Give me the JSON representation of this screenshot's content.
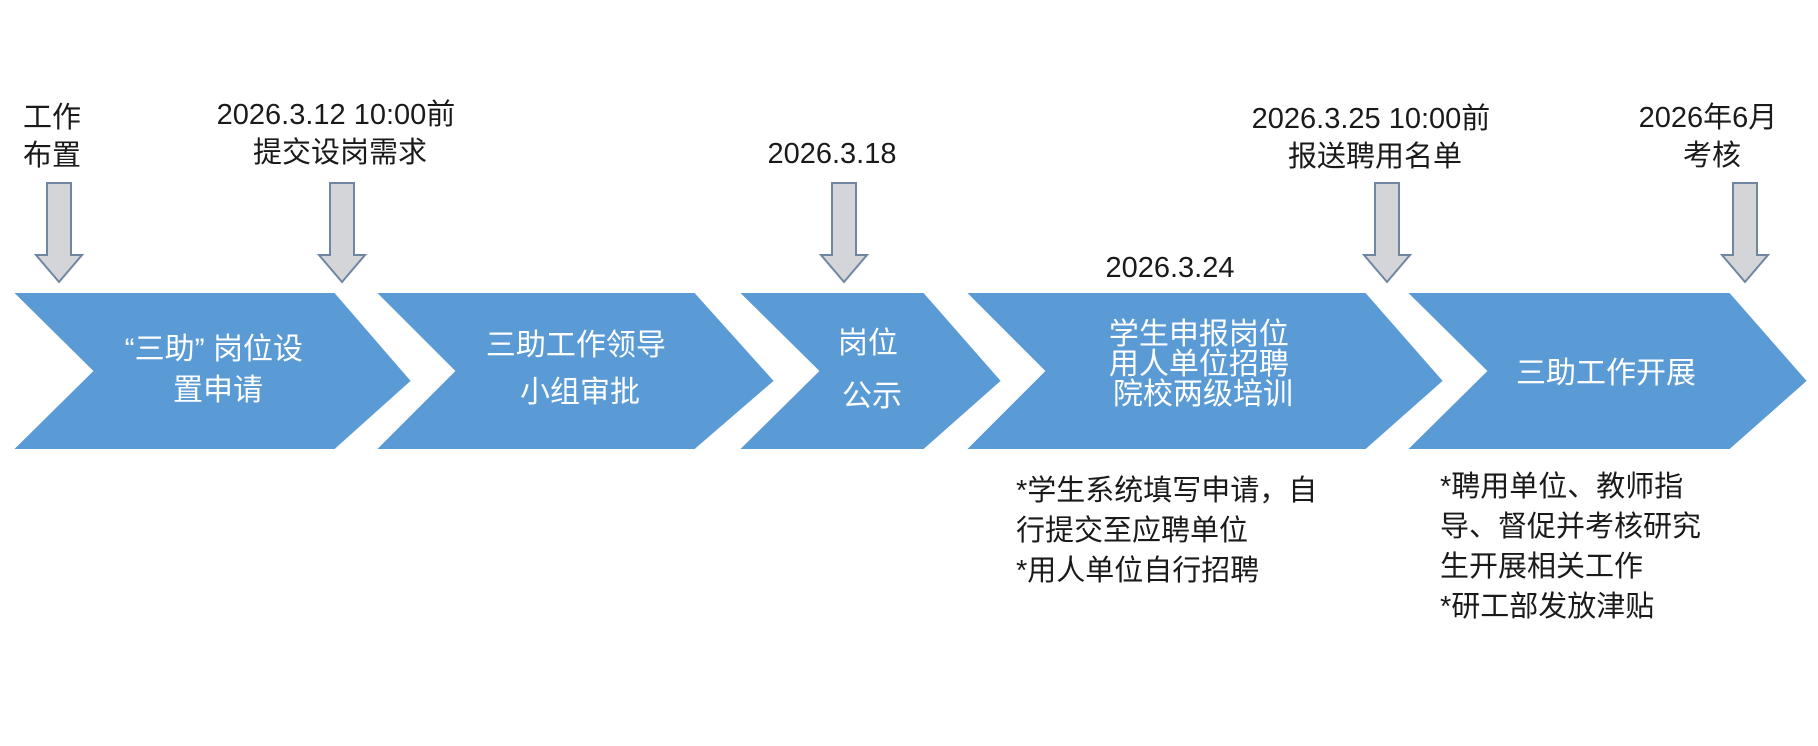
{
  "colors": {
    "chevron_fill": "#5b9bd5",
    "chevron_stroke": "#ffffff",
    "arrow_fill": "#d3d5d8",
    "arrow_stroke": "#6f86a2",
    "text_dark": "#1a1a1a",
    "text_light": "#ffffff"
  },
  "steps": [
    {
      "lines": [
        "“三助” 岗位设",
        "置申请"
      ]
    },
    {
      "lines": [
        "三助工作领导",
        "小组审批"
      ]
    },
    {
      "lines": [
        "岗位",
        "公示"
      ]
    },
    {
      "lines": [
        "学生申报岗位",
        "用人单位招聘",
        "院校两级培训"
      ]
    },
    {
      "lines": [
        "三助工作开展"
      ]
    }
  ],
  "milestones": [
    {
      "lines": [
        "工作",
        "布置"
      ],
      "icon": "down-arrow-icon"
    },
    {
      "lines": [
        "2026.3.12 10:00前",
        "提交设岗需求"
      ],
      "icon": "down-arrow-icon"
    },
    {
      "lines": [
        "2026.3.18"
      ],
      "icon": "down-arrow-icon"
    },
    {
      "lines": [
        "2026.3.25 10:00前",
        "报送聘用名单"
      ],
      "icon": "down-arrow-icon"
    },
    {
      "lines": [
        "2026年6月",
        "考核"
      ],
      "icon": "down-arrow-icon"
    }
  ],
  "date_label": "2026.3.24",
  "notes": [
    {
      "lines": [
        "*学生系统填写申请，自",
        "行提交至应聘单位",
        "*用人单位自行招聘"
      ]
    },
    {
      "lines": [
        "*聘用单位、教师指",
        "导、督促并考核研究",
        "生开展相关工作",
        "*研工部发放津贴"
      ]
    }
  ]
}
